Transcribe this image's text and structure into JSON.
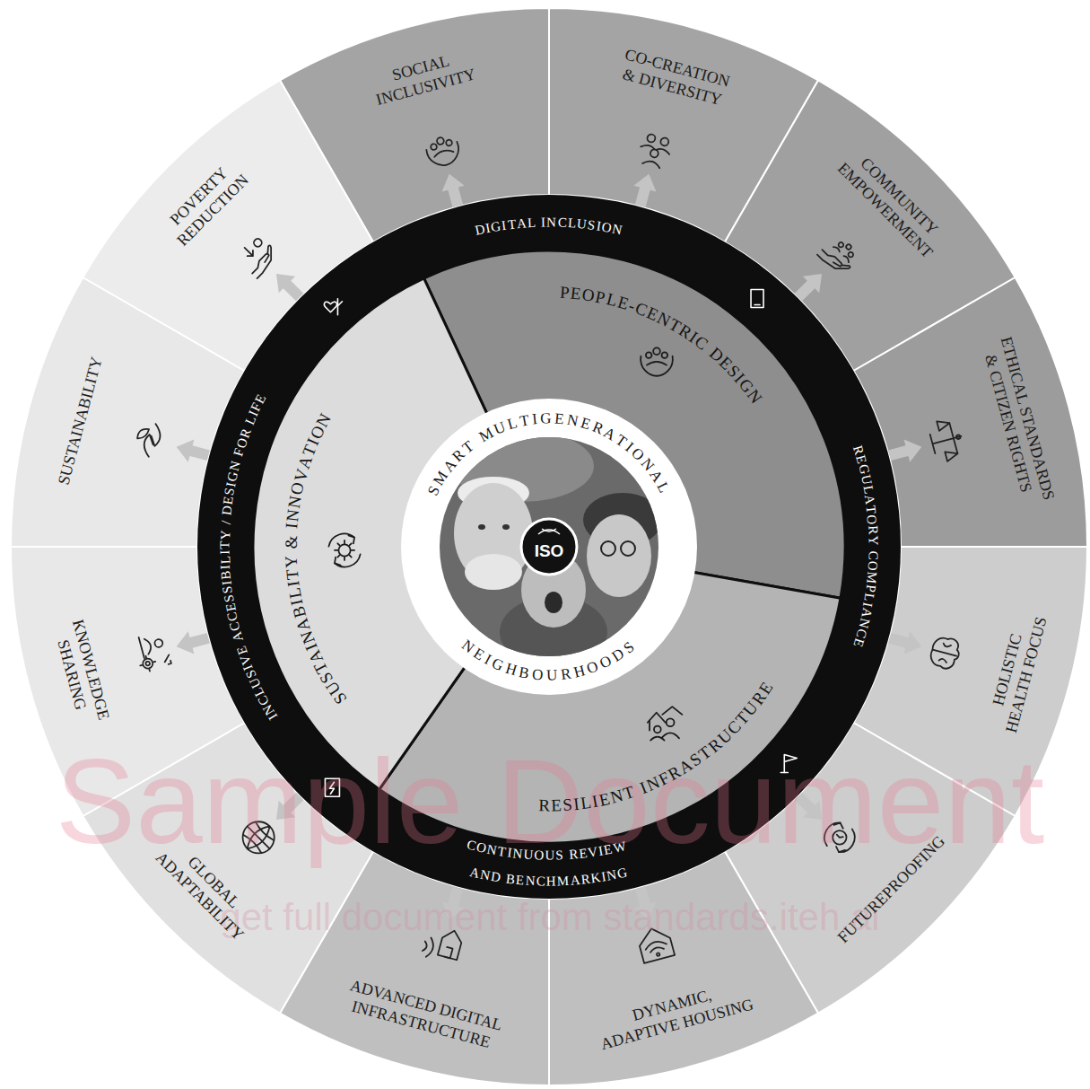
{
  "diagram": {
    "nodes": [
      {
        "text": [
          "SOCIAL INCLUSIVITY"
        ]
      },
      {
        "text": [
          "CO-CREATION & DIVERSITY"
        ]
      },
      {
        "text": [
          "COMMUNITY EMPOWERMENT"
        ]
      },
      {
        "text": [
          "ETHICAL STANDARDS & CITIZEN RIGHTS"
        ]
      },
      {
        "text": [
          "HOLISTIC HEALTH FOCUS"
        ]
      },
      {
        "text": [
          "FUTUREPROOFING"
        ]
      },
      {
        "text": [
          "DYNAMIC, ADAPTIVE HOUSING"
        ]
      },
      {
        "text": [
          "ADVANCED DIGITAL INFRASTRUCTURE"
        ]
      },
      {
        "text": [
          "GLOBAL ADAPTABILITY"
        ]
      },
      {
        "text": [
          "KNOWLEDGE SHARING"
        ]
      },
      {
        "text": [
          "SUSTAINABILITY"
        ]
      },
      {
        "text": [
          "POVERTY REDUCTION"
        ]
      },
      {
        "text": [
          "DIGITAL INCLUSION",
          "REGULATORY COMPLIANCE",
          "CONTINUOUS REVIEW AND BENCHMARKING",
          "INCLUSIVE ACCESSIBILITY / DESIGN FOR LIFE"
        ]
      },
      {
        "text": [
          "PEOPLE-CENTRIC DESIGN"
        ],
        "in": 12
      },
      {
        "text": [
          "RESILIENT INFRASTRUCTURE"
        ],
        "in": 12
      },
      {
        "text": [
          "SUSTAINABILITY & INNOVATION"
        ],
        "in": 12
      },
      {
        "text": [
          "SMART MULTIGENERATIONAL",
          "NEIGHBOURHOODS"
        ],
        "in": 12
      }
    ],
    "labels": [
      "ISO",
      "Sample Document",
      "get full document from standards.iteh.ai"
    ]
  }
}
